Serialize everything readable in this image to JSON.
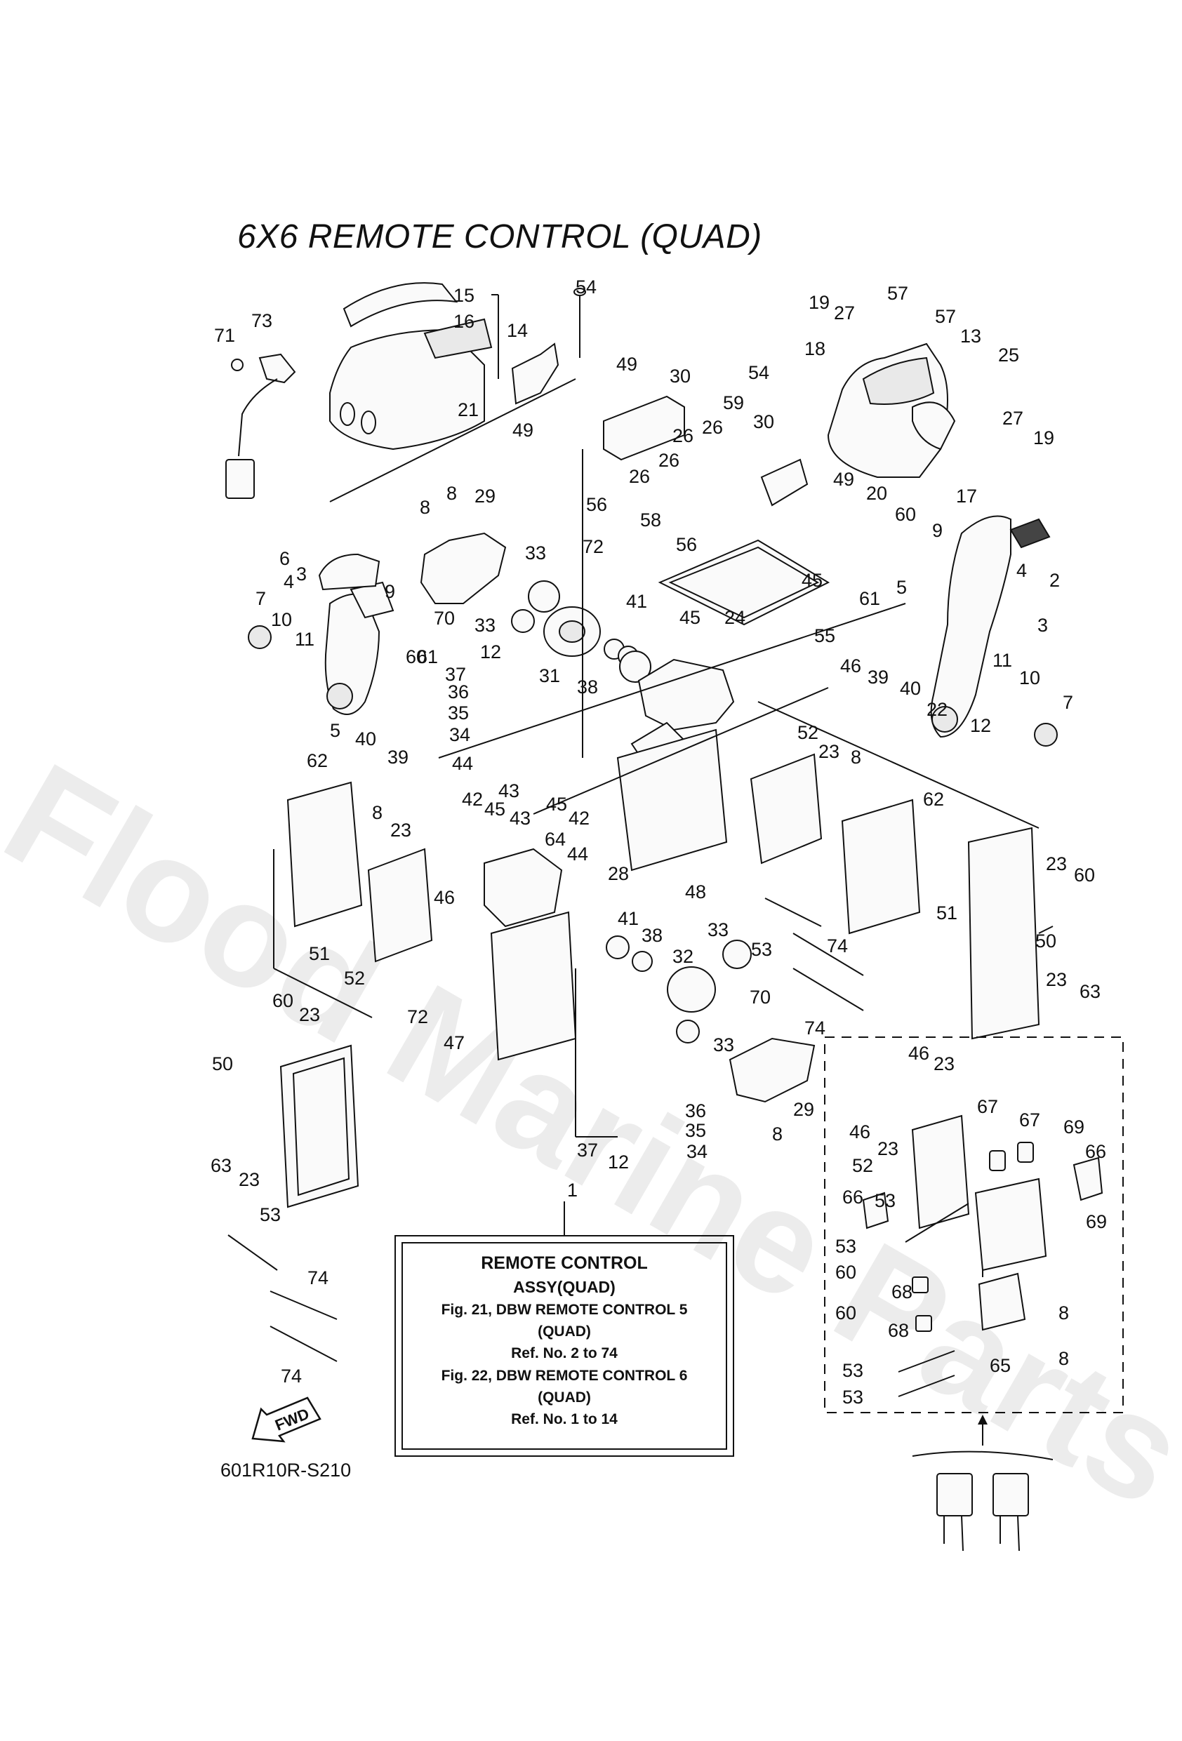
{
  "title": "6X6 REMOTE CONTROL (QUAD)",
  "diagram_code": "601R10R-S210",
  "watermark": "Flood Marine Parts",
  "fwd_label": "FWD",
  "assembly_box": {
    "heading1": "REMOTE CONTROL",
    "heading2": "ASSY(QUAD)",
    "line1": "Fig. 21, DBW REMOTE CONTROL 5",
    "line2": "(QUAD)",
    "line3": "Ref. No. 2 to 74",
    "line4": "Fig. 22, DBW REMOTE CONTROL 6",
    "line5": "(QUAD)",
    "line6": "Ref. No. 1 to 14"
  },
  "callouts": [
    {
      "id": "c1",
      "text": "15"
    },
    {
      "id": "c2",
      "text": "16"
    },
    {
      "id": "c3",
      "text": "14"
    },
    {
      "id": "c4",
      "text": "71"
    },
    {
      "id": "c5",
      "text": "73"
    },
    {
      "id": "c6",
      "text": "54"
    },
    {
      "id": "c7",
      "text": "21"
    },
    {
      "id": "c8",
      "text": "49"
    },
    {
      "id": "c9",
      "text": "30"
    },
    {
      "id": "c10",
      "text": "49"
    },
    {
      "id": "c11",
      "text": "26"
    },
    {
      "id": "c12",
      "text": "26"
    },
    {
      "id": "c13",
      "text": "26"
    },
    {
      "id": "c14",
      "text": "56"
    },
    {
      "id": "c15",
      "text": "26"
    },
    {
      "id": "c16",
      "text": "59"
    },
    {
      "id": "c17",
      "text": "30"
    },
    {
      "id": "c18",
      "text": "54"
    },
    {
      "id": "c19",
      "text": "19"
    },
    {
      "id": "c20",
      "text": "27"
    },
    {
      "id": "c21",
      "text": "57"
    },
    {
      "id": "c22",
      "text": "57"
    },
    {
      "id": "c23",
      "text": "18"
    },
    {
      "id": "c24",
      "text": "13"
    },
    {
      "id": "c25",
      "text": "25"
    },
    {
      "id": "c26",
      "text": "27"
    },
    {
      "id": "c27",
      "text": "19"
    },
    {
      "id": "c28",
      "text": "17"
    },
    {
      "id": "c29",
      "text": "49"
    },
    {
      "id": "c30",
      "text": "20"
    },
    {
      "id": "c31",
      "text": "58"
    },
    {
      "id": "c32",
      "text": "56"
    },
    {
      "id": "c33",
      "text": "8"
    },
    {
      "id": "c34",
      "text": "8"
    },
    {
      "id": "c35",
      "text": "29"
    },
    {
      "id": "c36",
      "text": "6"
    },
    {
      "id": "c37",
      "text": "4"
    },
    {
      "id": "c38",
      "text": "33"
    },
    {
      "id": "c39",
      "text": "72"
    },
    {
      "id": "c40",
      "text": "60"
    },
    {
      "id": "c41",
      "text": "9"
    },
    {
      "id": "c42",
      "text": "2"
    },
    {
      "id": "c43",
      "text": "4"
    },
    {
      "id": "c44",
      "text": "45"
    },
    {
      "id": "c45",
      "text": "24"
    },
    {
      "id": "c46",
      "text": "45"
    },
    {
      "id": "c47",
      "text": "55"
    },
    {
      "id": "c48",
      "text": "5"
    },
    {
      "id": "c49",
      "text": "61"
    },
    {
      "id": "c50",
      "text": "3"
    },
    {
      "id": "c51",
      "text": "7"
    },
    {
      "id": "c52",
      "text": "3"
    },
    {
      "id": "c53",
      "text": "9"
    },
    {
      "id": "c54",
      "text": "10"
    },
    {
      "id": "c55",
      "text": "11"
    },
    {
      "id": "c56",
      "text": "70"
    },
    {
      "id": "c57",
      "text": "33"
    },
    {
      "id": "c58",
      "text": "41"
    },
    {
      "id": "c59",
      "text": "61"
    },
    {
      "id": "c60",
      "text": "60"
    },
    {
      "id": "c61",
      "text": "12"
    },
    {
      "id": "c62",
      "text": "37"
    },
    {
      "id": "c63",
      "text": "31"
    },
    {
      "id": "c64",
      "text": "38"
    },
    {
      "id": "c65",
      "text": "46"
    },
    {
      "id": "c66",
      "text": "39"
    },
    {
      "id": "c67",
      "text": "40"
    },
    {
      "id": "c68",
      "text": "11"
    },
    {
      "id": "c69",
      "text": "10"
    },
    {
      "id": "c70",
      "text": "7"
    },
    {
      "id": "c71",
      "text": "36"
    },
    {
      "id": "c72",
      "text": "35"
    },
    {
      "id": "c73",
      "text": "34"
    },
    {
      "id": "c74",
      "text": "5"
    },
    {
      "id": "c75",
      "text": "40"
    },
    {
      "id": "c76",
      "text": "39"
    },
    {
      "id": "c77",
      "text": "22"
    },
    {
      "id": "c78",
      "text": "12"
    },
    {
      "id": "c79",
      "text": "44"
    },
    {
      "id": "c80",
      "text": "52"
    },
    {
      "id": "c81",
      "text": "23"
    },
    {
      "id": "c82",
      "text": "8"
    },
    {
      "id": "c83",
      "text": "62"
    },
    {
      "id": "c84",
      "text": "43"
    },
    {
      "id": "c85",
      "text": "45"
    },
    {
      "id": "c86",
      "text": "43"
    },
    {
      "id": "c87",
      "text": "42"
    },
    {
      "id": "c88",
      "text": "45"
    },
    {
      "id": "c89",
      "text": "42"
    },
    {
      "id": "c90",
      "text": "8"
    },
    {
      "id": "c91",
      "text": "23"
    },
    {
      "id": "c92",
      "text": "64"
    },
    {
      "id": "c93",
      "text": "44"
    },
    {
      "id": "c94",
      "text": "62"
    },
    {
      "id": "c95",
      "text": "28"
    },
    {
      "id": "c96",
      "text": "48"
    },
    {
      "id": "c97",
      "text": "23"
    },
    {
      "id": "c98",
      "text": "60"
    },
    {
      "id": "c99",
      "text": "51"
    },
    {
      "id": "c100",
      "text": "50"
    },
    {
      "id": "c101",
      "text": "46"
    },
    {
      "id": "c102",
      "text": "51"
    },
    {
      "id": "c103",
      "text": "52"
    },
    {
      "id": "c104",
      "text": "41"
    },
    {
      "id": "c105",
      "text": "38"
    },
    {
      "id": "c106",
      "text": "33"
    },
    {
      "id": "c107",
      "text": "53"
    },
    {
      "id": "c108",
      "text": "74"
    },
    {
      "id": "c109",
      "text": "32"
    },
    {
      "id": "c110",
      "text": "70"
    },
    {
      "id": "c111",
      "text": "74"
    },
    {
      "id": "c112",
      "text": "23"
    },
    {
      "id": "c113",
      "text": "63"
    },
    {
      "id": "c114",
      "text": "72"
    },
    {
      "id": "c115",
      "text": "47"
    },
    {
      "id": "c116",
      "text": "33"
    },
    {
      "id": "c117",
      "text": "29"
    },
    {
      "id": "c118",
      "text": "8"
    },
    {
      "id": "c119",
      "text": "60"
    },
    {
      "id": "c120",
      "text": "23"
    },
    {
      "id": "c121",
      "text": "50"
    },
    {
      "id": "c122",
      "text": "63"
    },
    {
      "id": "c123",
      "text": "23"
    },
    {
      "id": "c124",
      "text": "36"
    },
    {
      "id": "c125",
      "text": "35"
    },
    {
      "id": "c126",
      "text": "37"
    },
    {
      "id": "c127",
      "text": "12"
    },
    {
      "id": "c128",
      "text": "34"
    },
    {
      "id": "c129",
      "text": "46"
    },
    {
      "id": "c130",
      "text": "23"
    },
    {
      "id": "c131",
      "text": "46"
    },
    {
      "id": "c132",
      "text": "23"
    },
    {
      "id": "c133",
      "text": "67"
    },
    {
      "id": "c134",
      "text": "67"
    },
    {
      "id": "c135",
      "text": "69"
    },
    {
      "id": "c136",
      "text": "66"
    },
    {
      "id": "c137",
      "text": "52"
    },
    {
      "id": "c138",
      "text": "66"
    },
    {
      "id": "c139",
      "text": "53"
    },
    {
      "id": "c140",
      "text": "69"
    },
    {
      "id": "c141",
      "text": "53"
    },
    {
      "id": "c142",
      "text": "60"
    },
    {
      "id": "c143",
      "text": "68"
    },
    {
      "id": "c144",
      "text": "8"
    },
    {
      "id": "c145",
      "text": "60"
    },
    {
      "id": "c146",
      "text": "68"
    },
    {
      "id": "c147",
      "text": "8"
    },
    {
      "id": "c148",
      "text": "53"
    },
    {
      "id": "c149",
      "text": "65"
    },
    {
      "id": "c150",
      "text": "53"
    },
    {
      "id": "c151",
      "text": "53"
    },
    {
      "id": "c152",
      "text": "74"
    },
    {
      "id": "c153",
      "text": "74"
    },
    {
      "id": "c154",
      "text": "1"
    }
  ]
}
